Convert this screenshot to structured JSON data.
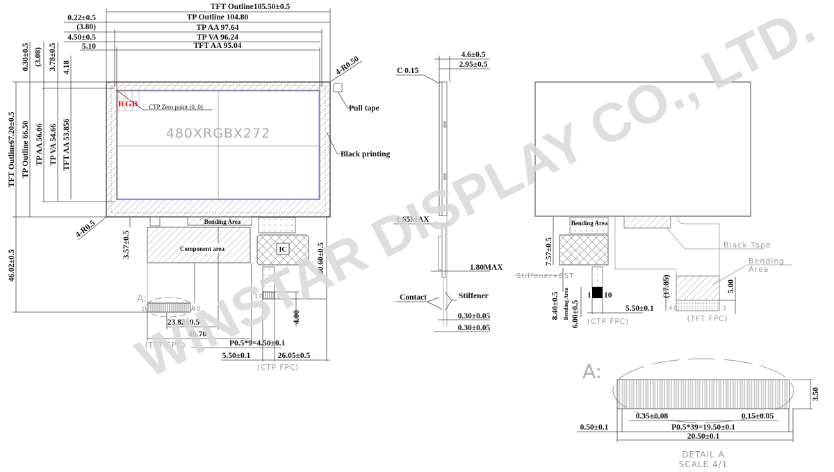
{
  "watermark": "WINSTAR DISPLAY CO., LTD.",
  "front_view": {
    "resolution": "480XRGBX272",
    "rgb": [
      "R",
      "G",
      "B"
    ],
    "ctp_zero": "CTP Zero point (0, 0)",
    "top_dims": [
      "TFT Outline105.50±0.5",
      "TP Outline 104.80",
      "TP AA 97.64",
      "TP VA 96.24",
      "TFT AA 95.04"
    ],
    "top_offsets": [
      "0.22±0.5",
      "(3.80)",
      "4.50±0.5",
      "5.10"
    ],
    "left_dims": [
      "TFT Outline67.20±0.5",
      "TP Outline 66.50",
      "TP AA 56.06",
      "TP VA 54.66",
      "TFT AA 53.856"
    ],
    "left_offsets": [
      "0.30±0.5",
      "(3.08)",
      "3.78±0.5",
      "4.18"
    ],
    "corner_radius_top": "4-R0.50",
    "corner_radius_bottom": "4-R0.5",
    "pull_tape": "Pull tape",
    "black_printing": "Black printing",
    "bending_area": "Bending Area",
    "component_area": "Component area",
    "ic": "IC",
    "detail_mark": "A:",
    "pin_1": "1",
    "pin_40": "40",
    "ctp_pin_10": "10",
    "ctp_pin_1": "1",
    "dims": {
      "d_3_57": "3.57±0.5",
      "d_46_02": "46.02±0.5",
      "d_40_60": "40.60±0.5",
      "d_4_00": "4.00",
      "d_23_82": "23.82±0.5",
      "d_49_70": "49.70",
      "d_pitch": "P0.5*9=4.50±0.1",
      "d_5_50": "5.50±0.1",
      "d_26_05": "26.05±0.5"
    },
    "tft_fpc": "(TFT FPC)",
    "ctp_fpc": "(CTP FPC)"
  },
  "side_view": {
    "d_4_6": "4.6±0.5",
    "d_2_95": "2.95±0.5",
    "chamfer": "C 0.15",
    "d_1_65": "1.65MAX",
    "d_1_80": "1.80MAX",
    "contact": "Contact",
    "stiffener": "Stiffener",
    "d_0_30a": "0.30±0.05",
    "d_0_30b": "0.30±0.05"
  },
  "back_view": {
    "bending_area": "Bending Area",
    "d_7_57": "7.57±0.5",
    "stiffener_bst": "Stiffener+BST",
    "d_8_40": "8.40±0.5",
    "bending_area_v": "Bending Area",
    "d_6_00": "6.00±0.5",
    "pin_1": "1",
    "pin_10": "10",
    "d_5_50": "5.50±0.1",
    "ctp_fpc": "(CTP FPC)",
    "black_tape": "Black Tape",
    "bending_area_r1": "Bending",
    "bending_area_r2": "Area",
    "d_17_85": "(17.85)",
    "d_5_00": "5.00",
    "tft_pin_40": "40",
    "tft_pin_1": "1",
    "tft_fpc": "(TFT FPC)"
  },
  "detail_a": {
    "mark": "A:",
    "d_3_50": "3.50",
    "d_0_35": "0.35±0.08",
    "d_0_15": "0.15±0.05",
    "d_0_50": "0.50±0.1",
    "d_pitch": "P0.5*39=19.50±0.1",
    "d_20_50": "20.50±0.1",
    "title": "DETAIL A",
    "scale": "SCALE 4/1"
  }
}
